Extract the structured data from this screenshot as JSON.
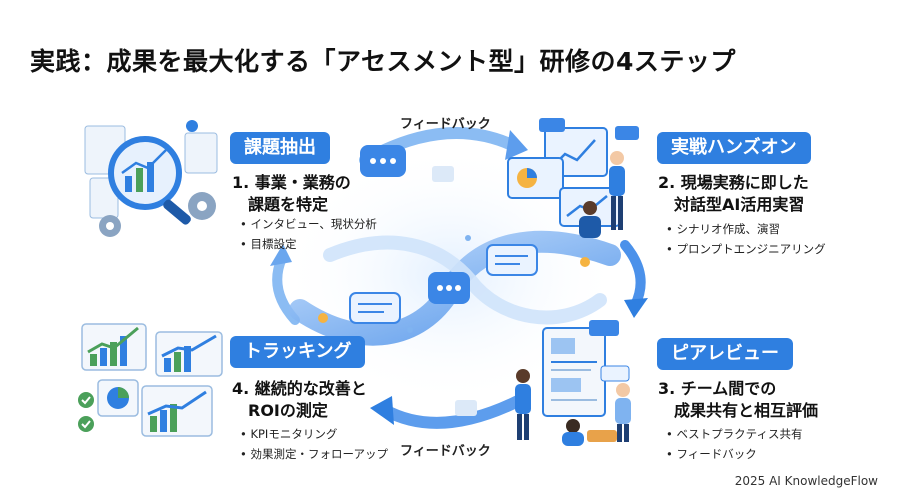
{
  "title": "実践：成果を最大化する「アセスメント型」研修の4ステップ",
  "flow_labels": {
    "top": "フィードバック",
    "bottom": "フィードバック"
  },
  "steps": [
    {
      "badge": "課題抽出",
      "title_line1": "1. 事業・業務の",
      "title_line2": "課題を特定",
      "bullets": [
        "インタビュー、現状分析",
        "目標設定"
      ]
    },
    {
      "badge": "実戦ハンズオン",
      "title_line1": "2. 現場実務に即した",
      "title_line2": "対話型AI活用実習",
      "bullets": [
        "シナリオ作成、演習",
        "プロンプトエンジニアリング"
      ]
    },
    {
      "badge": "ピアレビュー",
      "title_line1": "3. チーム間での",
      "title_line2": "成果共有と相互評価",
      "bullets": [
        "ベストプラクティス共有",
        "フィードバック"
      ]
    },
    {
      "badge": "トラッキング",
      "title_line1": "4. 継続的な改善と",
      "title_line2": "ROIの測定",
      "bullets": [
        "KPIモニタリング",
        "効果測定・フォローアップ"
      ]
    }
  ],
  "footer": "2025 AI KnowledgeFlow",
  "colors": {
    "accent": "#2f7fe0",
    "light_blue": "#cfe3fb"
  }
}
